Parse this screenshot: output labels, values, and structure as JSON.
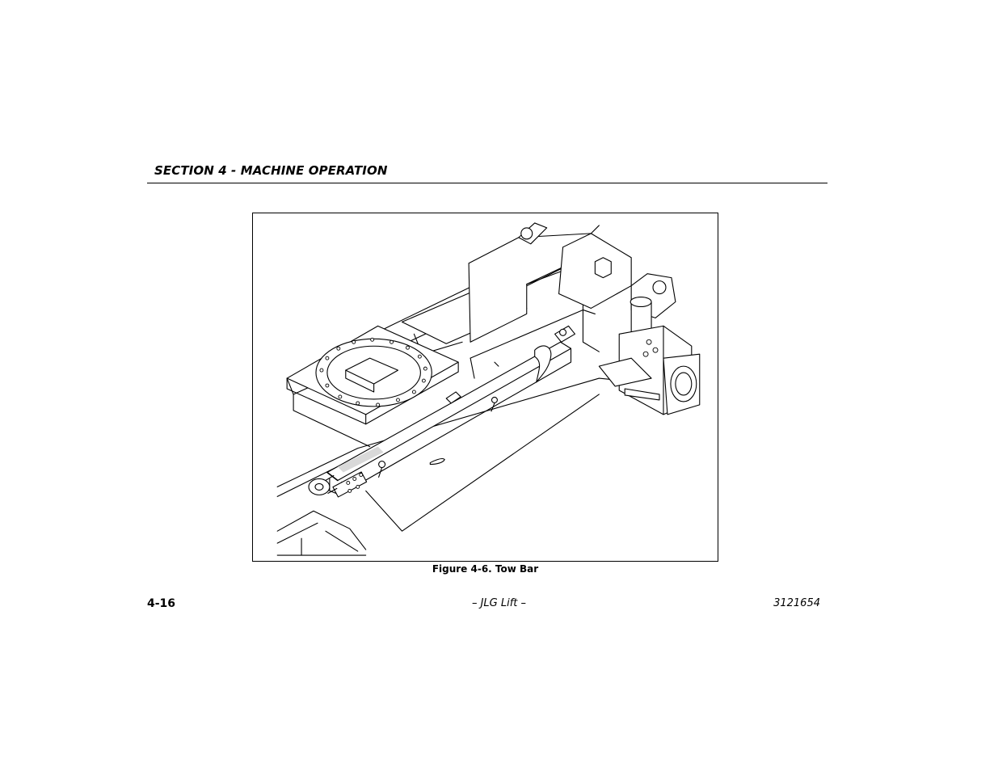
{
  "header": {
    "section_title": "SECTION 4 - MACHINE OPERATION"
  },
  "figure": {
    "caption": "Figure 4-6. Tow Bar"
  },
  "footer": {
    "page_number": "4-16",
    "publisher": "– JLG Lift –",
    "document_number": "3121654"
  }
}
